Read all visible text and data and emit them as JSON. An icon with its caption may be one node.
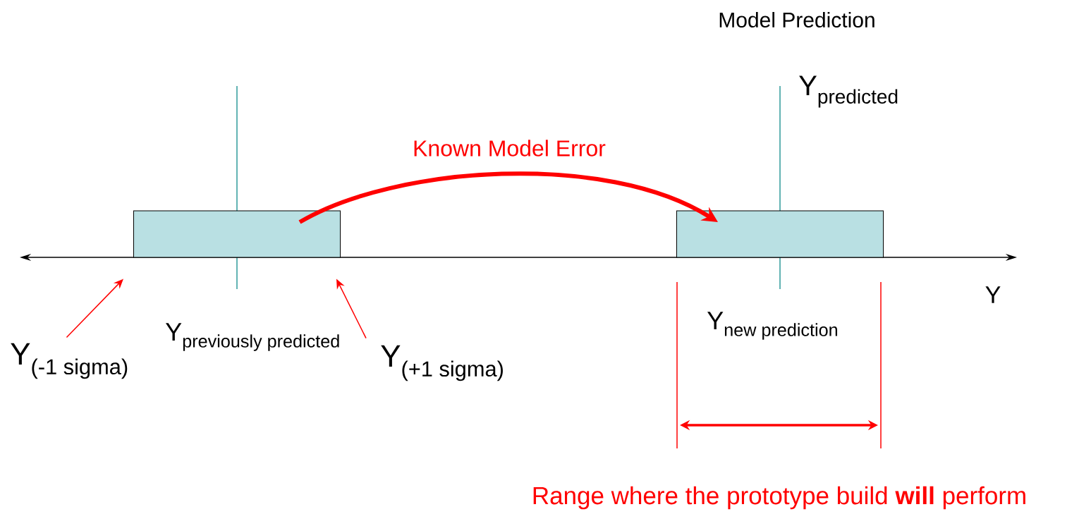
{
  "diagram": {
    "nodes": [
      {
        "text": [],
        "shape": "box"
      },
      {
        "text": [],
        "shape": "box"
      },
      {
        "text": [
          "\\text{Y}_{\\text{(-1 sigma)}}"
        ]
      },
      {
        "text": [
          "\\text{Y}_{\\text{(+1 sigma)}}"
        ]
      }
    ],
    "edges": [
      {
        "from": 0,
        "to": 1,
        "arrow": "to",
        "label": "Known Model Error",
        "style": "thick",
        "color": "#ff0000"
      },
      {
        "from": 2,
        "to": 0,
        "arrow": "to",
        "color": "#ff0000"
      },
      {
        "from": 3,
        "to": 0,
        "arrow": "to",
        "color": "#ff0000"
      }
    ],
    "labels": [
      "Model Prediction",
      "\\text{Y}_{\\text{predicted}}",
      "Y",
      "\\text{Y}_{\\text{previously predicted}}",
      "\\text{Y}_{\\text{new prediction}}",
      "Range where the prototype build **will** perform"
    ]
  }
}
